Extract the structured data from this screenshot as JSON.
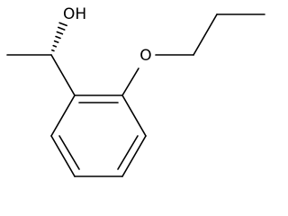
{
  "molecule": {
    "atoms": {
      "hydroxyl": "OH",
      "ether_oxygen": "O"
    },
    "stereo_bond": "hashed-wedge",
    "colors": {
      "bond": "#000000",
      "background": "#ffffff"
    }
  }
}
